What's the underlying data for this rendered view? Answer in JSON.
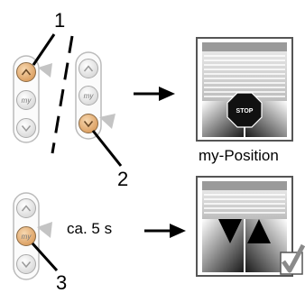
{
  "callouts": {
    "one": "1",
    "two": "2",
    "three": "3"
  },
  "buttons": {
    "my_label": "my"
  },
  "labels": {
    "my_position": "my-Position",
    "duration": "ca. 5 s",
    "stop": "STOP"
  }
}
